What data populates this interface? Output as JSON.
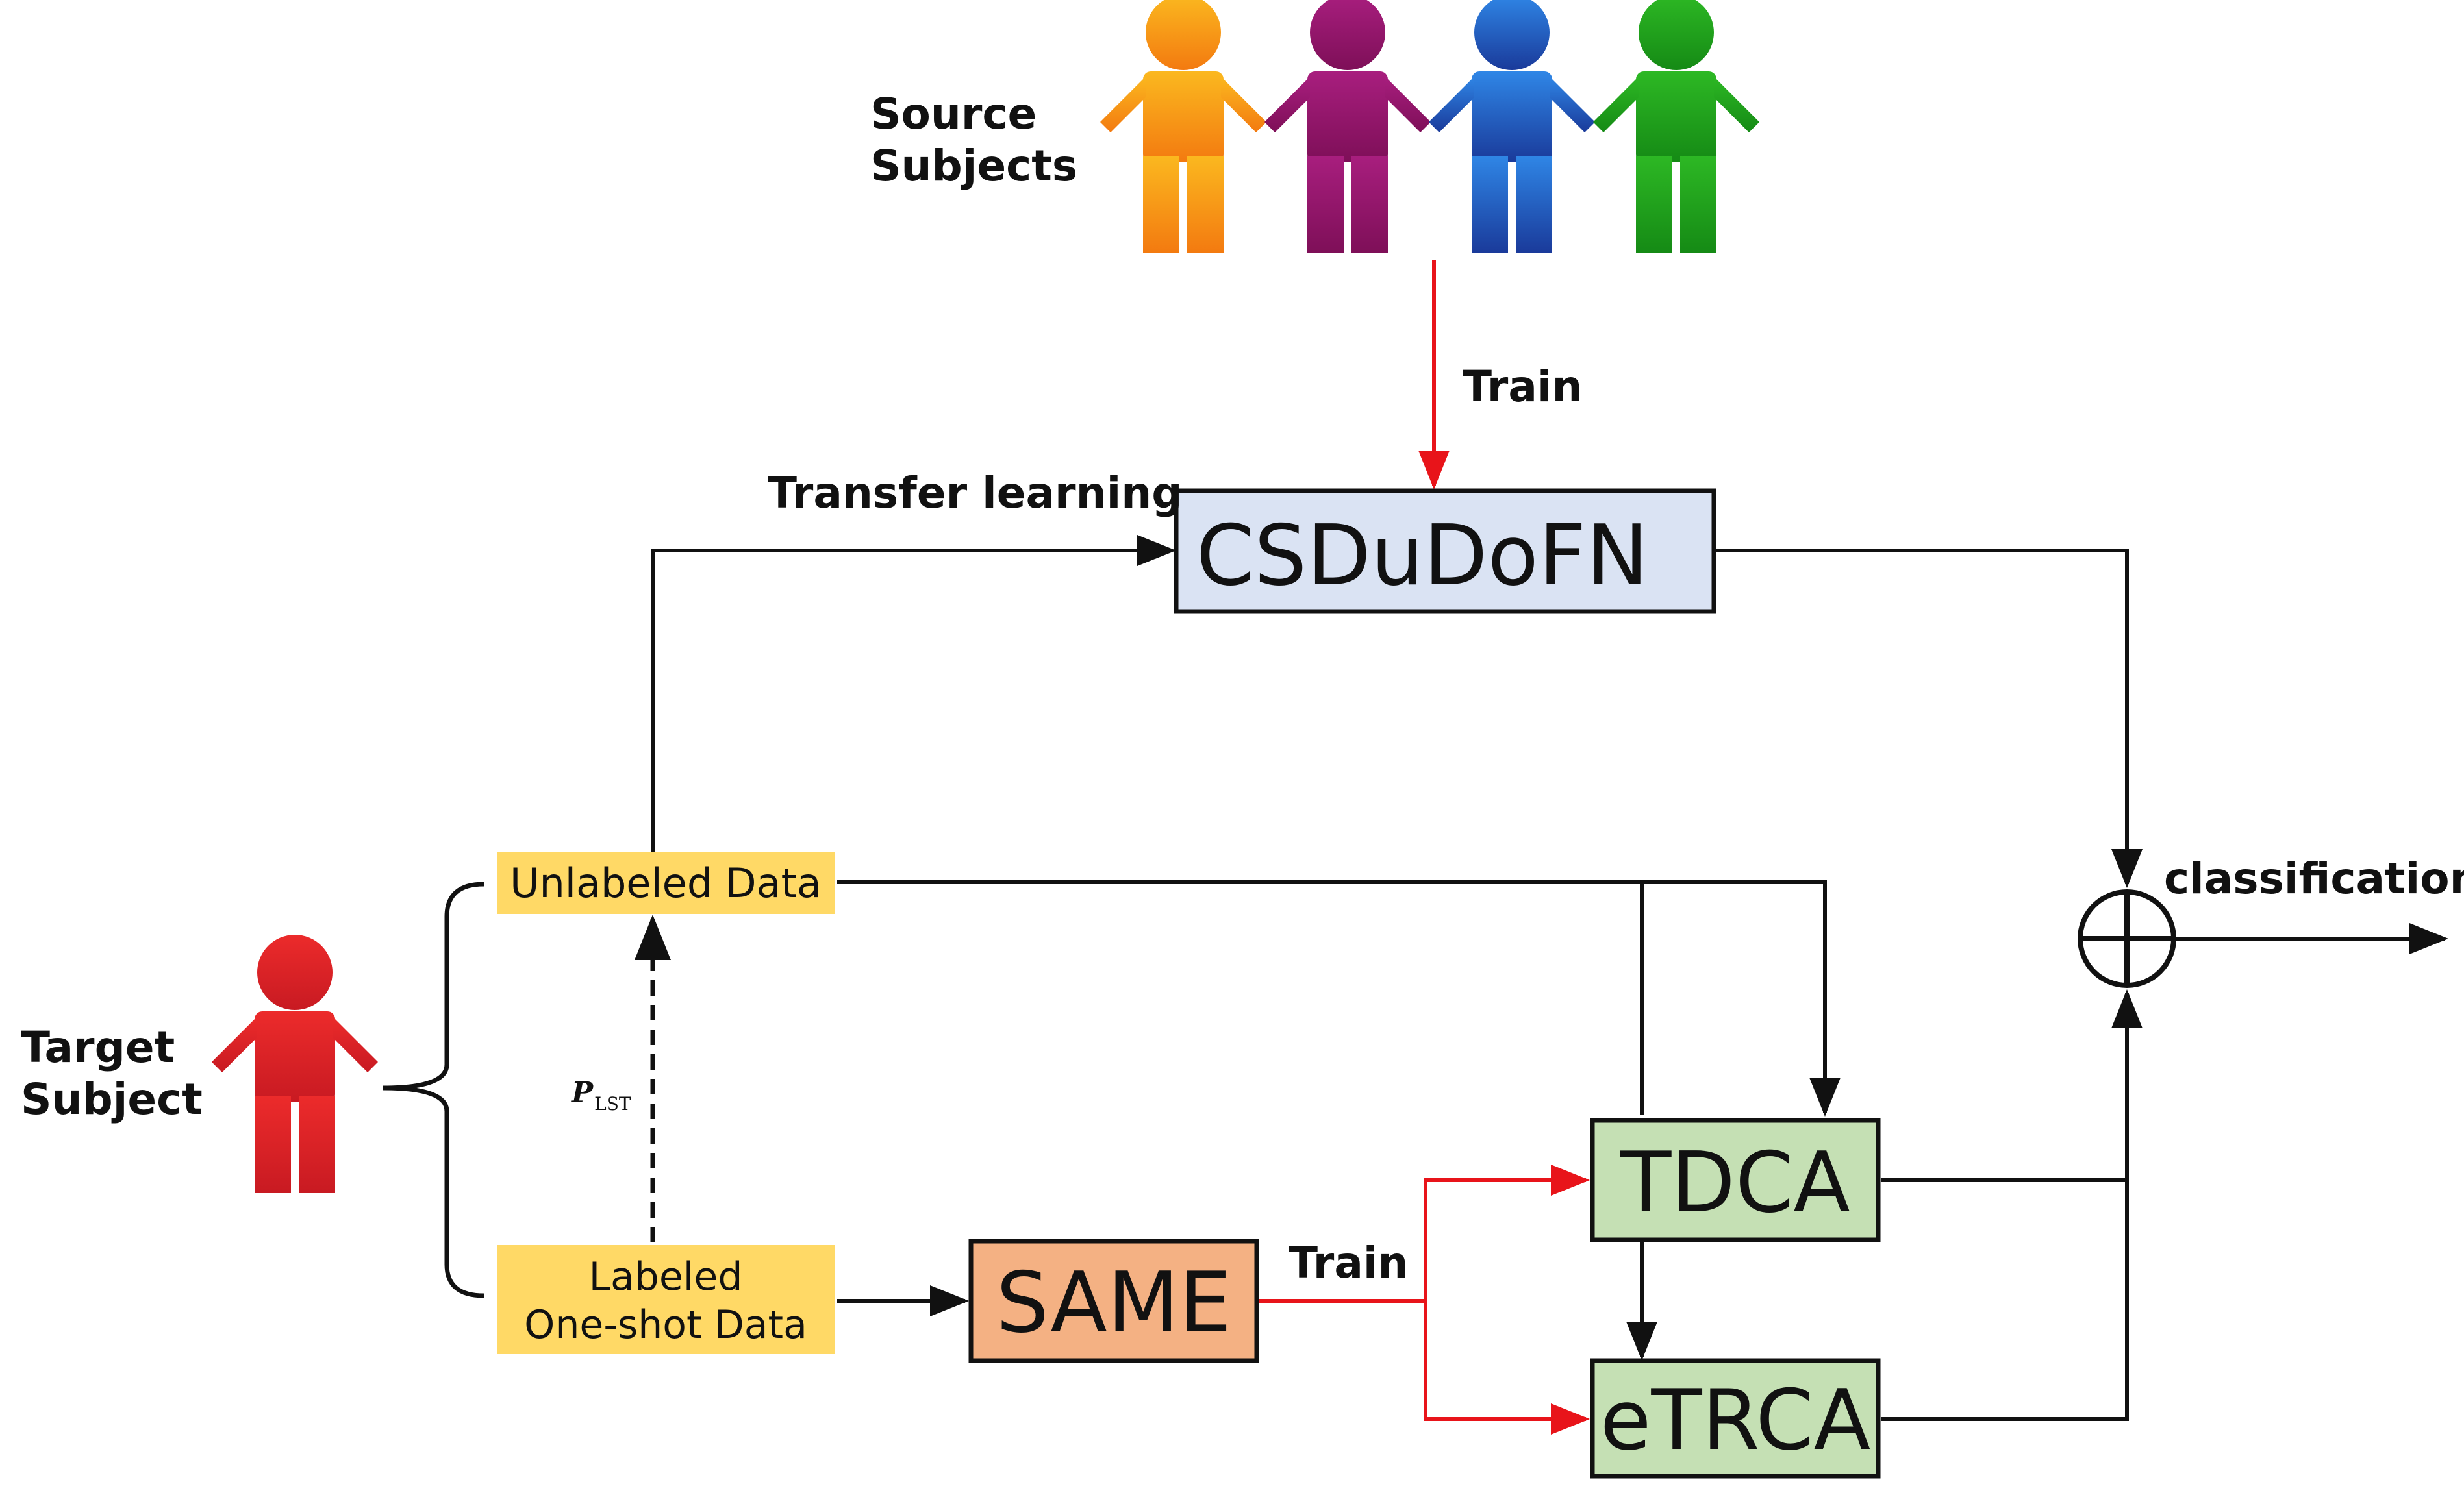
{
  "labels": {
    "source_line1": "Source",
    "source_line2": "Subjects",
    "target_line1": "Target",
    "target_line2": "Subject",
    "train_top": "Train",
    "train_bottom": "Train",
    "transfer_learning": "Transfer learning",
    "classification": "classification",
    "p_lst_main": "P",
    "p_lst_sub": "LST"
  },
  "boxes": {
    "csdudofn": "CSDuDoFN",
    "unlabeled": "Unlabeled Data",
    "labeled_line1": "Labeled",
    "labeled_line2": "One-shot Data",
    "same": "SAME",
    "tdca": "TDCA",
    "etrca": "eTRCA"
  },
  "icons": {
    "source_people": "person-icon",
    "target_person": "person-icon",
    "sum_node": "circle-plus-icon"
  },
  "colors": {
    "person_orange": "#F7A21B",
    "person_purple": "#951A6E",
    "person_blue": "#2A6FD0",
    "person_green": "#22A51C",
    "person_red": "#E02129",
    "arrow_red": "#E8141A",
    "arrow_black": "#111111",
    "csdudofn_fill": "#DAE3F3",
    "data_fill": "#FFD966",
    "same_fill": "#F4B183",
    "trca_fill": "#C5E0B4"
  }
}
